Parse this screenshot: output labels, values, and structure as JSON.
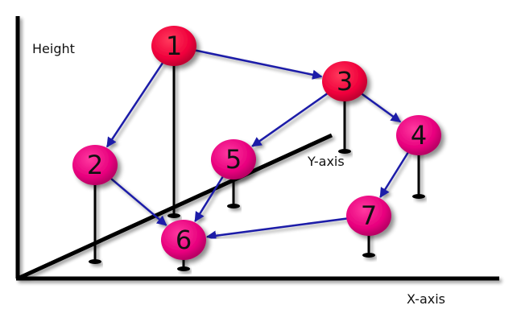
{
  "labels": {
    "height": "Height",
    "x_axis": "X-axis",
    "y_axis": "Y-axis"
  },
  "colors": {
    "node_red": "#f0003c",
    "node_pink": "#e8007e",
    "arrow": "#1a1aa8",
    "axis": "#000000"
  },
  "nodes": [
    {
      "id": "1",
      "label": "1",
      "color": "red"
    },
    {
      "id": "2",
      "label": "2",
      "color": "pink"
    },
    {
      "id": "3",
      "label": "3",
      "color": "red"
    },
    {
      "id": "4",
      "label": "4",
      "color": "pink"
    },
    {
      "id": "5",
      "label": "5",
      "color": "pink"
    },
    {
      "id": "6",
      "label": "6",
      "color": "pink"
    },
    {
      "id": "7",
      "label": "7",
      "color": "pink"
    }
  ],
  "edges": [
    {
      "from": "1",
      "to": "3"
    },
    {
      "from": "1",
      "to": "2"
    },
    {
      "from": "3",
      "to": "4"
    },
    {
      "from": "3",
      "to": "5"
    },
    {
      "from": "2",
      "to": "6"
    },
    {
      "from": "5",
      "to": "6"
    },
    {
      "from": "4",
      "to": "7"
    },
    {
      "from": "7",
      "to": "6"
    }
  ]
}
